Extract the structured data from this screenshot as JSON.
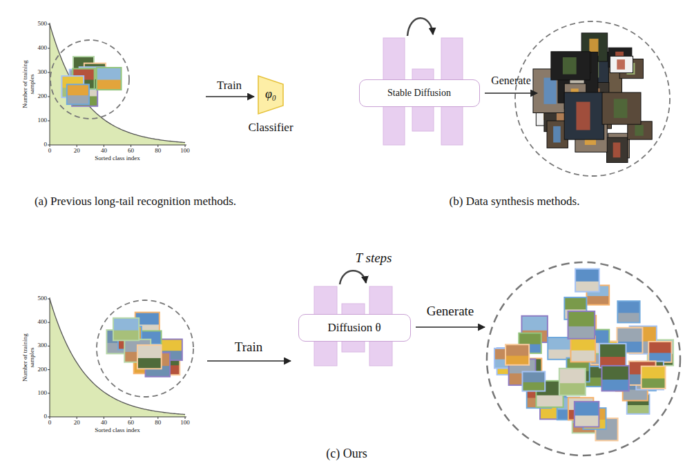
{
  "diagram": {
    "nodes": [
      {
        "text": [
          "φ₀",
          "Classifier"
        ]
      },
      {
        "text": [
          "Stable Diffusion"
        ]
      },
      {
        "text": [
          "Diffusion θ"
        ]
      }
    ],
    "labels": [
      "500",
      "400",
      "300",
      "200",
      "100",
      "0",
      "0",
      "20",
      "40",
      "60",
      "80",
      "100",
      "Number of training samples",
      "Sorted class index",
      "Train",
      "Generate",
      "(a) Previous long-tail recognition methods.",
      "(b) Data synthesis methods.",
      "500",
      "400",
      "300",
      "200",
      "100",
      "0",
      "0",
      "20",
      "40",
      "60",
      "80",
      "100",
      "Number of training samples",
      "Sorted class index",
      "Train",
      "T steps",
      "Generate",
      "(c) Ours"
    ]
  }
}
